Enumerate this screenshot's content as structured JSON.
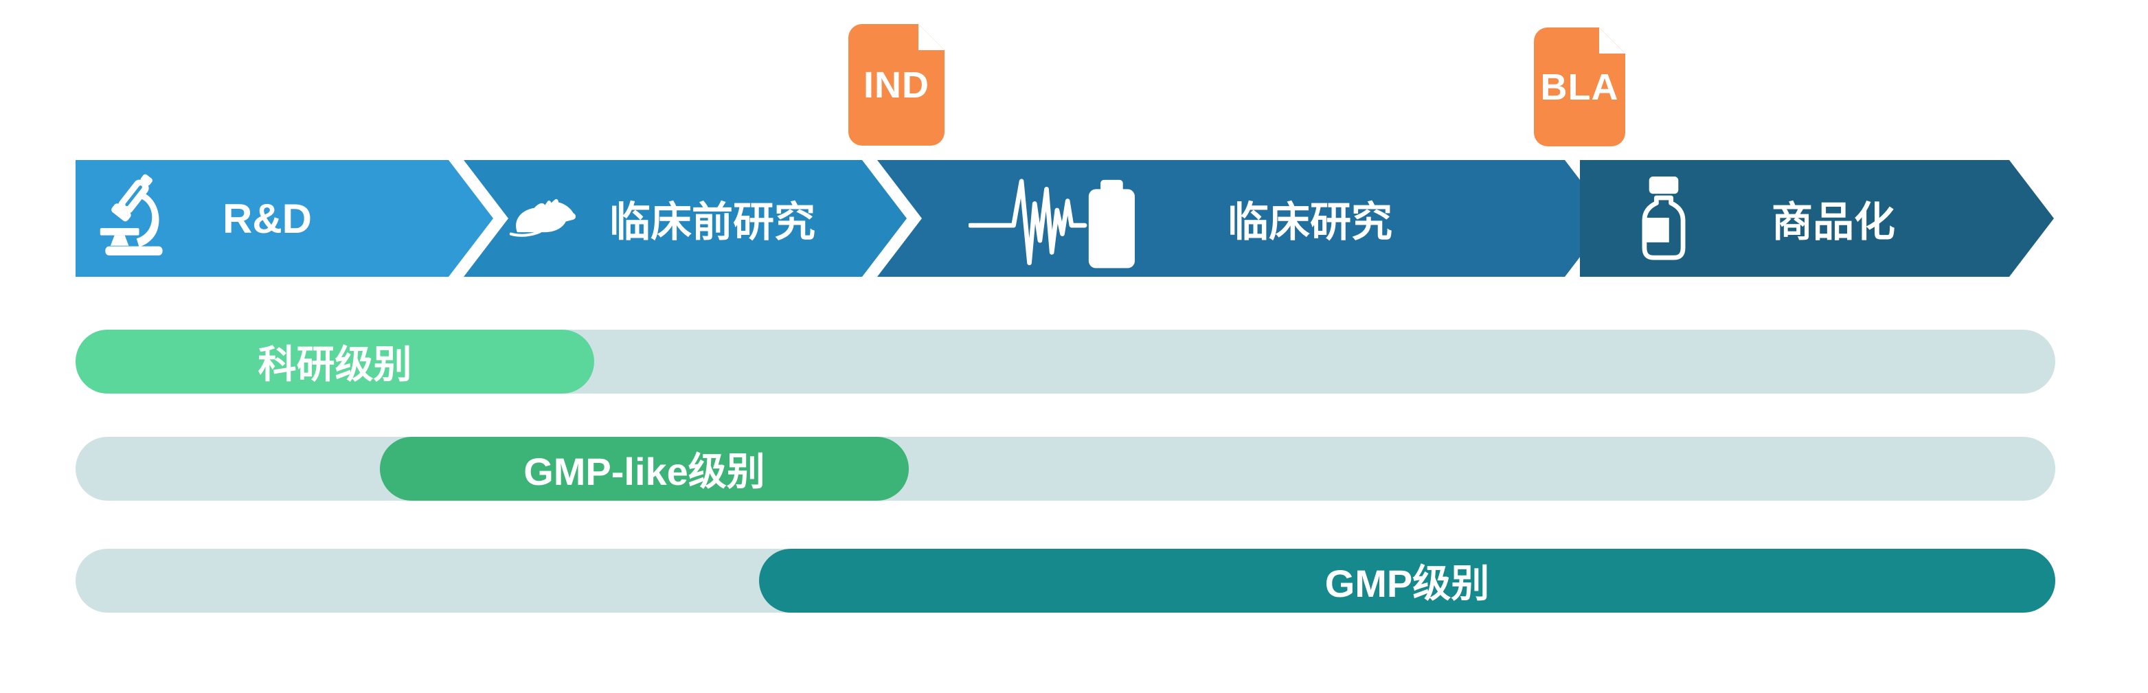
{
  "pipeline": {
    "stages": [
      {
        "label": "R&D",
        "icon": "microscope-icon",
        "color": "#2F9AD5"
      },
      {
        "label": "临床前研究",
        "icon": "mouse-icon",
        "color": "#2487BD"
      },
      {
        "label": "临床研究",
        "icon": "ecg-clipboard-icon",
        "color": "#206F9E"
      },
      {
        "label": "商品化",
        "icon": "medicine-bottle-icon",
        "color": "#1D5F80"
      }
    ],
    "milestones": [
      {
        "label": "IND",
        "icon": "document-icon",
        "color": "#F68A46"
      },
      {
        "label": "BLA",
        "icon": "document-icon",
        "color": "#F68A46"
      }
    ]
  },
  "grade_bars": {
    "track_color": "#CFE2E3",
    "items": [
      {
        "label": "科研级别",
        "color": "#5CD79B"
      },
      {
        "label": "GMP-like级别",
        "color": "#3CB377"
      },
      {
        "label": "GMP级别",
        "color": "#15898C"
      }
    ]
  }
}
